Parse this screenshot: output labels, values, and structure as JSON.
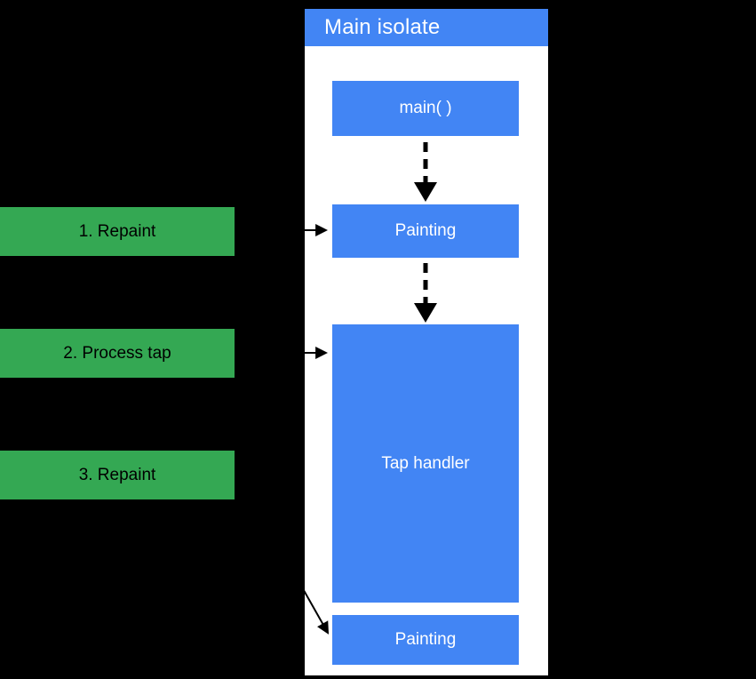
{
  "diagram": {
    "panel": {
      "title": "Main isolate",
      "boxes": [
        {
          "label": "main( )"
        },
        {
          "label": "Painting"
        },
        {
          "label": "Tap handler"
        },
        {
          "label": "Painting"
        }
      ]
    },
    "events": [
      {
        "label": "1. Repaint"
      },
      {
        "label": "2. Process tap"
      },
      {
        "label": "3. Repaint"
      }
    ],
    "icons": [
      "dashed-down-arrow-icon",
      "dashed-down-arrow-icon",
      "right-arrow-icon",
      "right-arrow-icon",
      "diagonal-down-arrow-icon"
    ],
    "colors": {
      "background": "#000000",
      "panel": "#FFFFFF",
      "accent_blue": "#4285F4",
      "accent_green": "#34A853",
      "arrow": "#000000",
      "box_text": "#FFFFFF",
      "event_text": "#000000"
    }
  }
}
